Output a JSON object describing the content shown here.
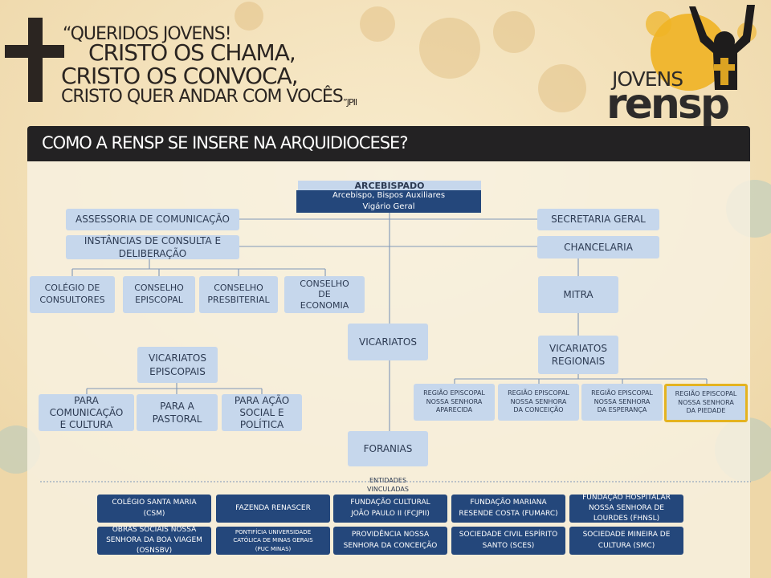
{
  "header": {
    "quote_line1": "“QUERIDOS JOVENS!",
    "quote_line2": "CRISTO OS CHAMA,",
    "quote_line3": "CRISTO OS CONVOCA,",
    "quote_line4": "CRISTO QUER ANDAR COM VOCÊS",
    "quote_end": "”JPII",
    "brand_top": "JOVENS",
    "brand_main": "rensp"
  },
  "title_bar": {
    "title": "COMO A RENSP SE INSERE NA ARQUIDIOCESE?"
  },
  "org": {
    "archbishopric_title": "ARCEBISPADO",
    "archbishopric_members": "Arcebispo, Bispos Auxiliares\nVigário Geral",
    "assessoria": "ASSESSORIA DE COMUNICAÇÃO",
    "instancias": "INSTÂNCIAS DE CONSULTA E\nDELIBERAÇÃO",
    "secretaria": "SECRETARIA GERAL",
    "chancelaria": "CHANCELARIA",
    "mitra": "MITRA",
    "councils": [
      "COLÉGIO DE\nCONSULTORES",
      "CONSELHO\nEPISCOPAL",
      "CONSELHO\nPRESBITERIAL",
      "CONSELHO\nDE\nECONOMIA"
    ],
    "vicariatos": "VICARIATOS",
    "vicariatos_episcopais": "VICARIATOS\nEPISCOPAIS",
    "episcopal_items": [
      "PARA\nCOMUNICAÇÃO\nE CULTURA",
      "PARA A\nPASTORAL",
      "PARA AÇÃO\nSOCIAL E\nPOLÍTICA"
    ],
    "vicariatos_regionais": "VICARIATOS\nREGIONAIS",
    "regions": [
      "REGIÃO EPISCOPAL\nNOSSA SENHORA\nAPARECIDA",
      "REGIÃO EPISCOPAL\nNOSSA SENHORA\nDA CONCEIÇÃO",
      "REGIÃO EPISCOPAL\nNOSSA SENHORA\nDA ESPERANÇA",
      "REGIÃO EPISCOPAL\nNOSSA SENHORA\nDA PIEDADE"
    ],
    "foranias": "FORANIAS",
    "entities_label": "ENTIDADES\nVINCULADAS",
    "entities": [
      "COLÉGIO SANTA MARIA\n(CSM)",
      "FAZENDA RENASCER",
      "FUNDAÇÃO CULTURAL\nJOÃO PAULO II (FCJPII)",
      "FUNDAÇÃO MARIANA\nRESENDE COSTA (FUMARC)",
      "FUNDAÇÃO HOSPITALAR\nNOSSA SENHORA DE\nLOURDES (FHNSL)",
      "OBRAS SOCIAIS NOSSA\nSENHORA DA BOA VIAGEM\n(OSNSBV)",
      "PONTIFÍCIA UNIVERSIDADE\nCATÓLICA DE MINAS GERAIS\n(PUC MINAS)",
      "PROVIDÊNCIA NOSSA\nSENHORA DA CONCEIÇÃO",
      "SOCIEDADE CIVIL ESPÍRITO\nSANTO (SCES)",
      "SOCIEDADE MINEIRA DE\nCULTURA (SMC)"
    ]
  },
  "colors": {
    "light_box": "#c6d7ec",
    "dark_box": "#24477b",
    "highlight": "#e4b320",
    "bar": "#232223"
  },
  "icons": [
    "cross-icon",
    "praising-person-icon",
    "sun-circle-icon",
    "flower-decoration-icon"
  ]
}
